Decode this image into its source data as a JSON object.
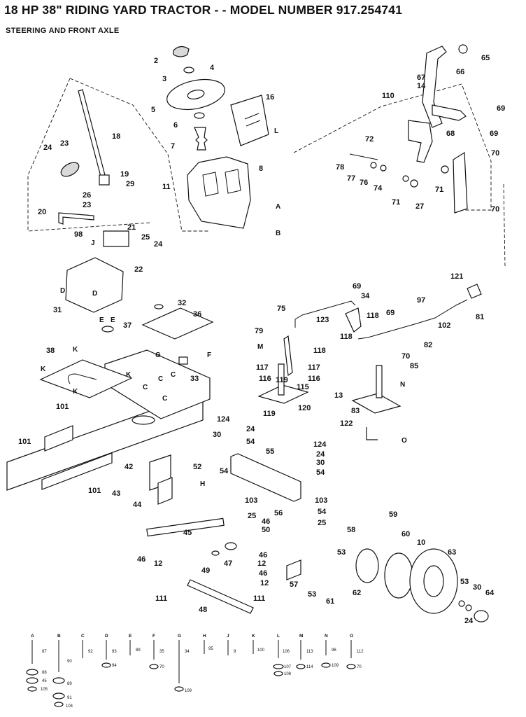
{
  "title": "18 HP 38\" RIDING YARD TRACTOR - - MODEL NUMBER 917.254741",
  "subtitle": "STEERING AND FRONT AXLE",
  "callouts": [
    {
      "id": "c2",
      "text": "2"
    },
    {
      "id": "c3",
      "text": "3"
    },
    {
      "id": "c4",
      "text": "4"
    },
    {
      "id": "c5",
      "text": "5"
    },
    {
      "id": "c6",
      "text": "6"
    },
    {
      "id": "c7",
      "text": "7"
    },
    {
      "id": "c8",
      "text": "8"
    },
    {
      "id": "c11",
      "text": "11"
    },
    {
      "id": "cA",
      "text": "A"
    },
    {
      "id": "cB",
      "text": "B"
    },
    {
      "id": "c16",
      "text": "16"
    },
    {
      "id": "cL",
      "text": "L"
    },
    {
      "id": "c18",
      "text": "18"
    },
    {
      "id": "c24a",
      "text": "24"
    },
    {
      "id": "c23a",
      "text": "23"
    },
    {
      "id": "c19",
      "text": "19"
    },
    {
      "id": "c29",
      "text": "29"
    },
    {
      "id": "c26",
      "text": "26"
    },
    {
      "id": "c23b",
      "text": "23"
    },
    {
      "id": "c20",
      "text": "20"
    },
    {
      "id": "c21",
      "text": "21"
    },
    {
      "id": "c98",
      "text": "98"
    },
    {
      "id": "cJ",
      "text": "J"
    },
    {
      "id": "c25a",
      "text": "25"
    },
    {
      "id": "c24b",
      "text": "24"
    },
    {
      "id": "c22",
      "text": "22"
    },
    {
      "id": "c65",
      "text": "65"
    },
    {
      "id": "c66",
      "text": "66"
    },
    {
      "id": "c67",
      "text": "67"
    },
    {
      "id": "c14",
      "text": "14"
    },
    {
      "id": "c110",
      "text": "110"
    },
    {
      "id": "c69a",
      "text": "69"
    },
    {
      "id": "c69b",
      "text": "69"
    },
    {
      "id": "c68",
      "text": "68"
    },
    {
      "id": "c72",
      "text": "72"
    },
    {
      "id": "c70a",
      "text": "70"
    },
    {
      "id": "c78",
      "text": "78"
    },
    {
      "id": "c77",
      "text": "77"
    },
    {
      "id": "c76",
      "text": "76"
    },
    {
      "id": "c74",
      "text": "74"
    },
    {
      "id": "c71a",
      "text": "71"
    },
    {
      "id": "c71b",
      "text": "71"
    },
    {
      "id": "c27",
      "text": "27"
    },
    {
      "id": "c70b",
      "text": "70"
    },
    {
      "id": "c121",
      "text": "121"
    },
    {
      "id": "c97",
      "text": "97"
    },
    {
      "id": "c81",
      "text": "81"
    },
    {
      "id": "c102",
      "text": "102"
    },
    {
      "id": "c82",
      "text": "82"
    },
    {
      "id": "c69c",
      "text": "69"
    },
    {
      "id": "c34",
      "text": "34"
    },
    {
      "id": "c75",
      "text": "75"
    },
    {
      "id": "c123",
      "text": "123"
    },
    {
      "id": "c118a",
      "text": "118"
    },
    {
      "id": "c118b",
      "text": "118"
    },
    {
      "id": "c69d",
      "text": "69"
    },
    {
      "id": "c79",
      "text": "79"
    },
    {
      "id": "c118c",
      "text": "118"
    },
    {
      "id": "cM",
      "text": "M"
    },
    {
      "id": "c117a",
      "text": "117"
    },
    {
      "id": "c117b",
      "text": "117"
    },
    {
      "id": "c116a",
      "text": "116"
    },
    {
      "id": "c116b",
      "text": "116"
    },
    {
      "id": "c119a",
      "text": "119"
    },
    {
      "id": "c115",
      "text": "115"
    },
    {
      "id": "c120",
      "text": "120"
    },
    {
      "id": "c119b",
      "text": "119"
    },
    {
      "id": "c70c",
      "text": "70"
    },
    {
      "id": "c85",
      "text": "85"
    },
    {
      "id": "cN",
      "text": "N"
    },
    {
      "id": "c13",
      "text": "13"
    },
    {
      "id": "c83",
      "text": "83"
    },
    {
      "id": "c122",
      "text": "122"
    },
    {
      "id": "cO",
      "text": "O"
    },
    {
      "id": "c31",
      "text": "31"
    },
    {
      "id": "cD1",
      "text": "D"
    },
    {
      "id": "cD2",
      "text": "D"
    },
    {
      "id": "c32",
      "text": "32"
    },
    {
      "id": "c36",
      "text": "36"
    },
    {
      "id": "cE1",
      "text": "E"
    },
    {
      "id": "cE2",
      "text": "E"
    },
    {
      "id": "c37",
      "text": "37"
    },
    {
      "id": "cG",
      "text": "G"
    },
    {
      "id": "cF",
      "text": "F"
    },
    {
      "id": "c33",
      "text": "33"
    },
    {
      "id": "c38",
      "text": "38"
    },
    {
      "id": "cK1",
      "text": "K"
    },
    {
      "id": "cK2",
      "text": "K"
    },
    {
      "id": "cK3",
      "text": "K"
    },
    {
      "id": "cK4",
      "text": "K"
    },
    {
      "id": "cC1",
      "text": "C"
    },
    {
      "id": "cC2",
      "text": "C"
    },
    {
      "id": "cC3",
      "text": "C"
    },
    {
      "id": "cC4",
      "text": "C"
    },
    {
      "id": "c101a",
      "text": "101"
    },
    {
      "id": "c101b",
      "text": "101"
    },
    {
      "id": "c101c",
      "text": "101"
    },
    {
      "id": "c124a",
      "text": "124"
    },
    {
      "id": "c24c",
      "text": "24"
    },
    {
      "id": "c30a",
      "text": "30"
    },
    {
      "id": "c54a",
      "text": "54"
    },
    {
      "id": "c55",
      "text": "55"
    },
    {
      "id": "c124b",
      "text": "124"
    },
    {
      "id": "c24d",
      "text": "24"
    },
    {
      "id": "c30b",
      "text": "30"
    },
    {
      "id": "c54b",
      "text": "54"
    },
    {
      "id": "c42",
      "text": "42"
    },
    {
      "id": "c52",
      "text": "52"
    },
    {
      "id": "c43",
      "text": "43"
    },
    {
      "id": "cH",
      "text": "H"
    },
    {
      "id": "c44",
      "text": "44"
    },
    {
      "id": "c54c",
      "text": "54"
    },
    {
      "id": "c103a",
      "text": "103"
    },
    {
      "id": "c56",
      "text": "56"
    },
    {
      "id": "c103b",
      "text": "103"
    },
    {
      "id": "c54d",
      "text": "54"
    },
    {
      "id": "c25b",
      "text": "25"
    },
    {
      "id": "c25c",
      "text": "25"
    },
    {
      "id": "c46a",
      "text": "46"
    },
    {
      "id": "c50",
      "text": "50"
    },
    {
      "id": "c45",
      "text": "45"
    },
    {
      "id": "c46b",
      "text": "46"
    },
    {
      "id": "c12a",
      "text": "12"
    },
    {
      "id": "c47",
      "text": "47"
    },
    {
      "id": "c46c",
      "text": "46"
    },
    {
      "id": "c12b",
      "text": "12"
    },
    {
      "id": "c49",
      "text": "49"
    },
    {
      "id": "c58",
      "text": "58"
    },
    {
      "id": "c59",
      "text": "59"
    },
    {
      "id": "c60",
      "text": "60"
    },
    {
      "id": "c10",
      "text": "10"
    },
    {
      "id": "c63",
      "text": "63"
    },
    {
      "id": "c53a",
      "text": "53"
    },
    {
      "id": "c46d",
      "text": "46"
    },
    {
      "id": "c12c",
      "text": "12"
    },
    {
      "id": "c57",
      "text": "57"
    },
    {
      "id": "c53b",
      "text": "53"
    },
    {
      "id": "c61",
      "text": "61"
    },
    {
      "id": "c62",
      "text": "62"
    },
    {
      "id": "c53c",
      "text": "53"
    },
    {
      "id": "c30c",
      "text": "30"
    },
    {
      "id": "c64",
      "text": "64"
    },
    {
      "id": "c24e",
      "text": "24"
    },
    {
      "id": "c111a",
      "text": "111"
    },
    {
      "id": "c111b",
      "text": "111"
    },
    {
      "id": "c48",
      "text": "48"
    }
  ],
  "hardware_legend": [
    {
      "letter": "A",
      "parts": [
        "87",
        "88",
        "45",
        "105"
      ]
    },
    {
      "letter": "B",
      "parts": [
        "90",
        "89",
        "91",
        "104"
      ]
    },
    {
      "letter": "C",
      "parts": [
        "92"
      ]
    },
    {
      "letter": "D",
      "parts": [
        "93",
        "94"
      ]
    },
    {
      "letter": "E",
      "parts": [
        "89"
      ]
    },
    {
      "letter": "F",
      "parts": [
        "35",
        "70"
      ]
    },
    {
      "letter": "G",
      "parts": [
        "34",
        "109"
      ]
    },
    {
      "letter": "H",
      "parts": [
        "95"
      ]
    },
    {
      "letter": "J",
      "parts": [
        "9"
      ]
    },
    {
      "letter": "K",
      "parts": [
        "100"
      ]
    },
    {
      "letter": "L",
      "parts": [
        "106",
        "107",
        "108"
      ]
    },
    {
      "letter": "M",
      "parts": [
        "113",
        "114"
      ]
    },
    {
      "letter": "N",
      "parts": [
        "96",
        "109"
      ]
    },
    {
      "letter": "O",
      "parts": [
        "112",
        "70"
      ]
    }
  ]
}
